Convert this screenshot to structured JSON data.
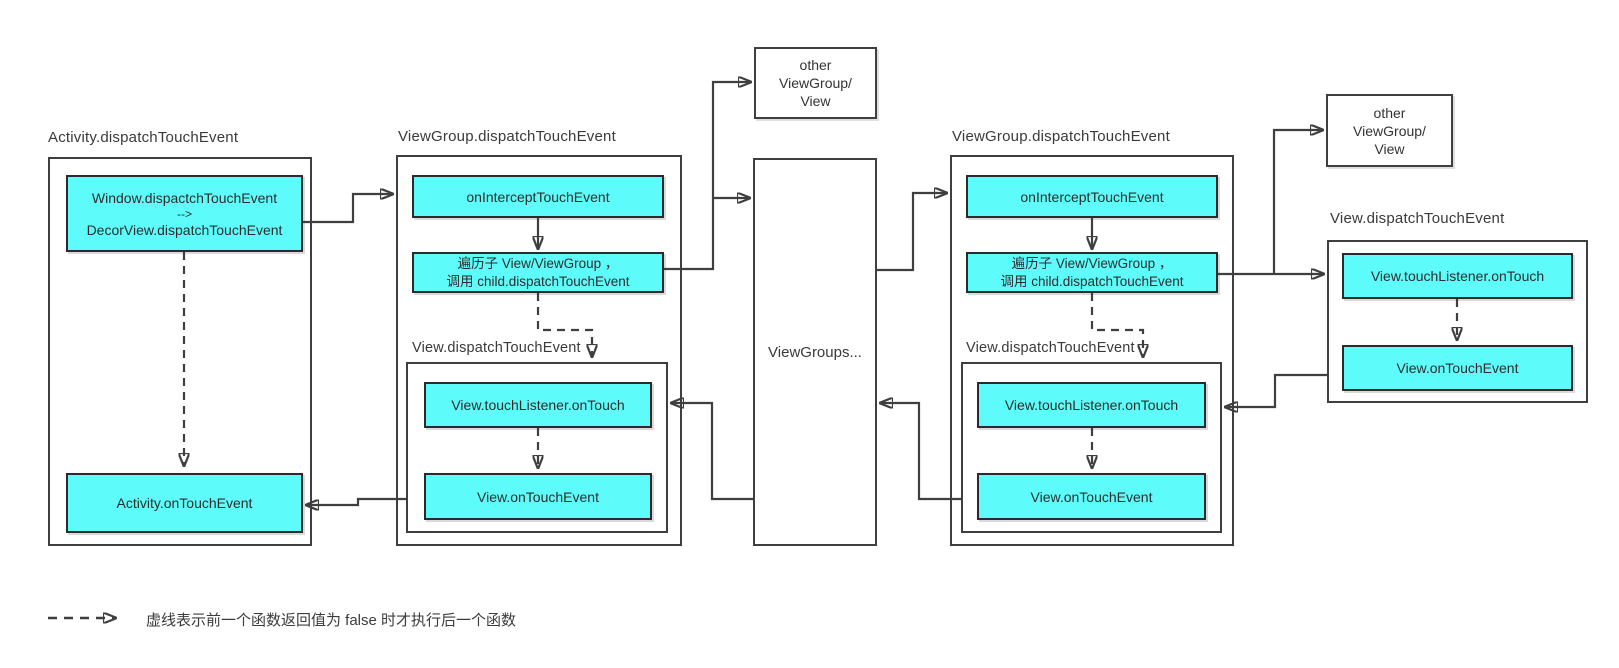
{
  "colors": {
    "node_fill": "#5efbfb",
    "node_border": "#2b2b2b",
    "line": "#3f3f3f",
    "text": "#2d2d2d",
    "background": "#ffffff"
  },
  "activity": {
    "title": "Activity.dispatchTouchEvent",
    "window_decor": [
      "Window.dispactchTouchEvent",
      "-->",
      "DecorView.dispatchTouchEvent"
    ],
    "on_touch_event": "Activity.onTouchEvent"
  },
  "viewgroup_left": {
    "title": "ViewGroup.dispatchTouchEvent",
    "on_intercept": "onInterceptTouchEvent",
    "traverse": [
      "遍历子 View/ViewGroup ，",
      "调用 child.dispatchTouchEvent"
    ],
    "view_dispatch": {
      "title": "View.dispatchTouchEvent",
      "touch_listener": "View.touchListener.onTouch",
      "on_touch_event": "View.onTouchEvent"
    }
  },
  "other_view_top": [
    "other",
    "ViewGroup/",
    "View"
  ],
  "viewgroups_middle": "ViewGroups...",
  "viewgroup_right": {
    "title": "ViewGroup.dispatchTouchEvent",
    "on_intercept": "onInterceptTouchEvent",
    "traverse": [
      "遍历子 View/ViewGroup ，",
      "调用 child.dispatchTouchEvent"
    ],
    "view_dispatch": {
      "title": "View.dispatchTouchEvent",
      "touch_listener": "View.touchListener.onTouch",
      "on_touch_event": "View.onTouchEvent"
    }
  },
  "other_view_right": [
    "other",
    "ViewGroup/",
    "View"
  ],
  "view_rightmost": {
    "title": "View.dispatchTouchEvent",
    "touch_listener": "View.touchListener.onTouch",
    "on_touch_event": "View.onTouchEvent"
  },
  "legend": {
    "text": "虚线表示前一个函数返回值为 false 时才执行后一个函数"
  }
}
